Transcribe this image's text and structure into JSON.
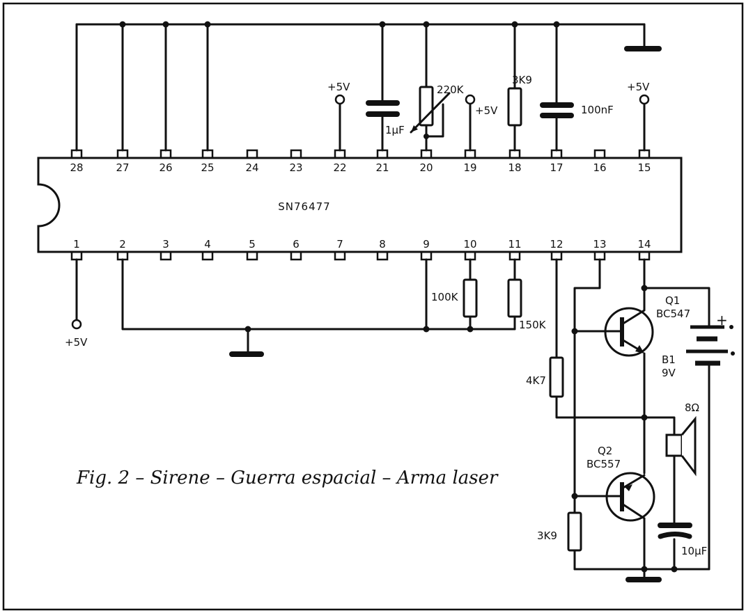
{
  "caption": "Fig. 2 – Sirene – Guerra espacial – Arma laser",
  "chip": {
    "name": "SN76477",
    "top_pins": [
      "28",
      "27",
      "26",
      "25",
      "24",
      "23",
      "22",
      "21",
      "20",
      "19",
      "18",
      "17",
      "16",
      "15"
    ],
    "bottom_pins": [
      "1",
      "2",
      "3",
      "4",
      "5",
      "6",
      "7",
      "8",
      "9",
      "10",
      "11",
      "12",
      "13",
      "14"
    ]
  },
  "labels": {
    "plus5v_pin22": "+5V",
    "plus5v_pin19": "+5V",
    "plus5v_pin15": "+5V",
    "plus5v_pin1": "+5V",
    "cap_1uf": "1μF",
    "pot_220k": "220K",
    "res_3k9_top": "3K9",
    "cap_100nf": "100nF",
    "res_100k": "100K",
    "res_150k": "150K",
    "res_4k7": "4K7",
    "res_3k9_bottom": "3K9",
    "q1_name": "Q1",
    "q1_type": "BC547",
    "q2_name": "Q2",
    "q2_type": "BC557",
    "battery_name": "B1",
    "battery_voltage": "9V",
    "battery_plus": "+",
    "speaker": "8Ω",
    "cap_10uf": "10μF"
  }
}
